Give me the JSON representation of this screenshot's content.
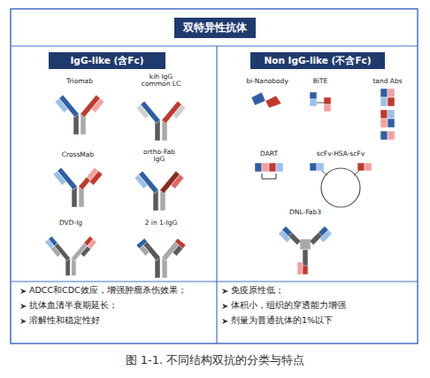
{
  "diagram": {
    "caption": "图 1-1. 不同结构双抗的分类与特点",
    "nodes": [
      {
        "text": [
          "双特异性抗体"
        ]
      },
      {
        "text": [
          "IgG-like (含Fc)"
        ]
      },
      {
        "text": [
          "Non IgG-like (不含Fc)"
        ]
      }
    ],
    "labels": [
      "Triomab",
      "kih IgG common LC",
      "CrossMab",
      "ortho-Fab IgG",
      "DVD-Ig",
      "2 in 1-IgG",
      "bi-Nanobody",
      "BiTE",
      "tand Abs",
      "DART",
      "scFv-HSA-scFv",
      "DNL-Fab3",
      "ADCC和CDC效应，增强肿瘤杀伤效果；",
      "抗体血清半衰期延长；",
      "溶解性和稳定性好",
      "免疫原性低；",
      "体积小，组织的穿透能力增强",
      "剂量为普通抗体的1%以下"
    ]
  }
}
